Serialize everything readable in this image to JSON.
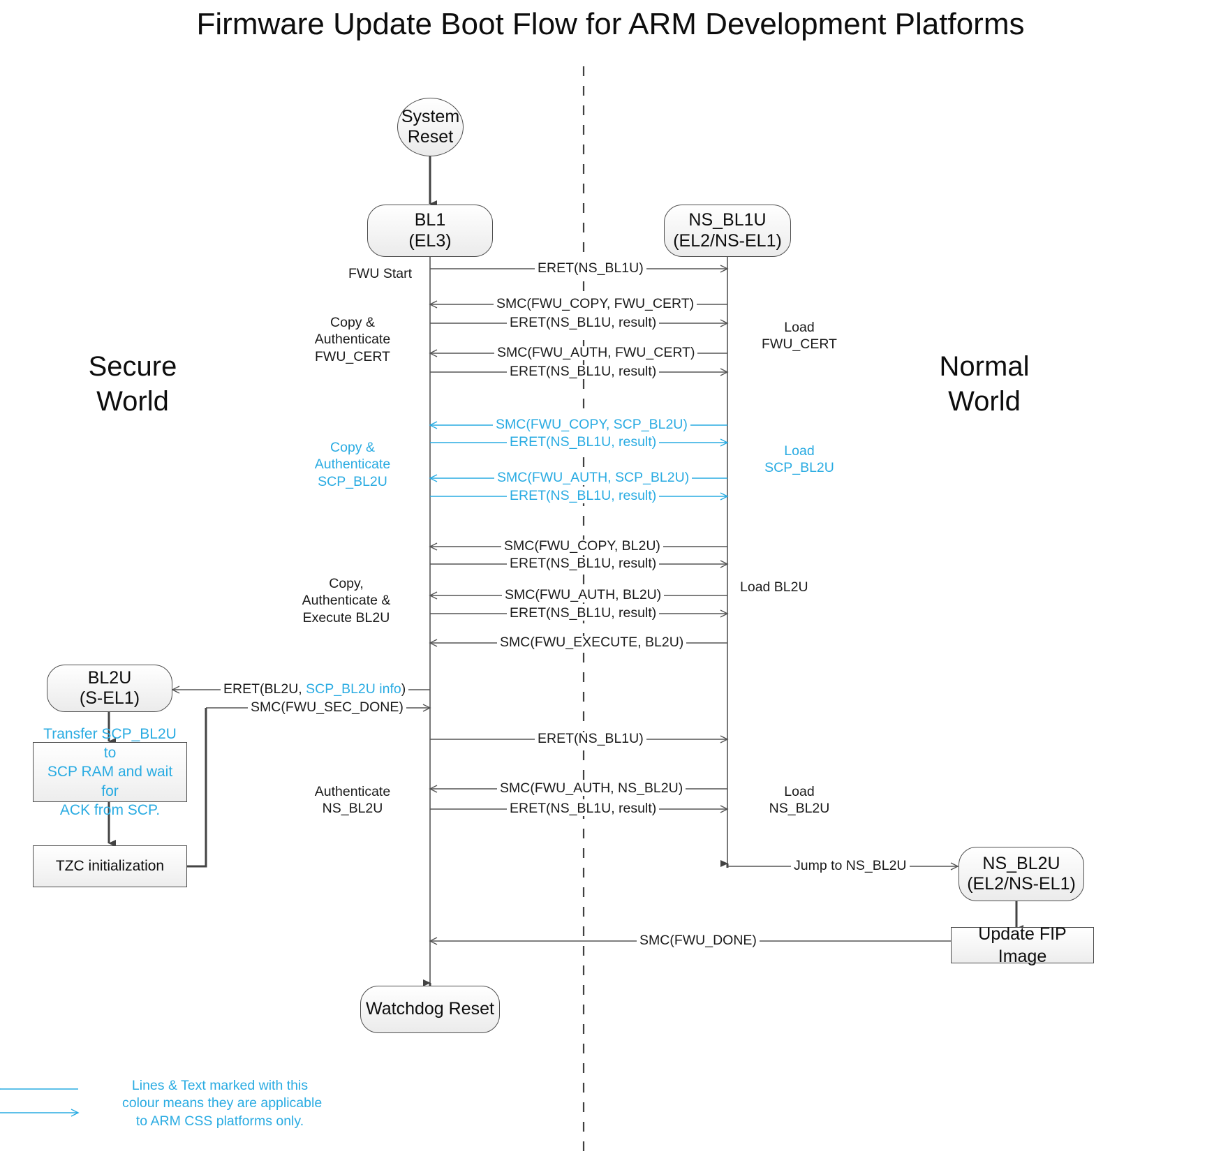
{
  "title": "Firmware Update Boot Flow for ARM Development Platforms",
  "colors": {
    "accent_cyan": "#29ABE2",
    "line_dark": "#404040",
    "text": "#0d0d0d",
    "node_fill": "#f2f2f2"
  },
  "worlds": {
    "left_line1": "Secure",
    "left_line2": "World",
    "right_line1": "Normal",
    "right_line2": "World"
  },
  "nodes": {
    "system_reset": {
      "line1": "System",
      "line2": "Reset"
    },
    "bl1": {
      "line1": "BL1",
      "line2": "(EL3)"
    },
    "ns_bl1u": {
      "line1": "NS_BL1U",
      "line2": "(EL2/NS-EL1)"
    },
    "bl2u": {
      "line1": "BL2U",
      "line2": "(S-EL1)"
    },
    "ns_bl2u": {
      "line1": "NS_BL2U",
      "line2": "(EL2/NS-EL1)"
    },
    "transfer_scp": {
      "line1": "Transfer SCP_BL2U to",
      "line2": "SCP RAM and wait for",
      "line3": "ACK from SCP."
    },
    "tzc_init": {
      "label": "TZC initialization"
    },
    "update_fip": {
      "label": "Update FIP Image"
    },
    "watchdog_reset": {
      "label": "Watchdog Reset"
    }
  },
  "messages": {
    "m01": "ERET(NS_BL1U)",
    "m02": "SMC(FWU_COPY, FWU_CERT)",
    "m03": "ERET(NS_BL1U, result)",
    "m04": "SMC(FWU_AUTH, FWU_CERT)",
    "m05": "ERET(NS_BL1U, result)",
    "m06": "SMC(FWU_COPY, SCP_BL2U)",
    "m07": "ERET(NS_BL1U, result)",
    "m08": "SMC(FWU_AUTH, SCP_BL2U)",
    "m09": "ERET(NS_BL1U, result)",
    "m10": "SMC(FWU_COPY, BL2U)",
    "m11": "ERET(NS_BL1U, result)",
    "m12": "SMC(FWU_AUTH, BL2U)",
    "m13": "ERET(NS_BL1U, result)",
    "m14": "SMC(FWU_EXECUTE, BL2U)",
    "m15_part1": "ERET(BL2U, ",
    "m15_part2": "SCP_BL2U info",
    "m15_part3": ")",
    "m16": "SMC(FWU_SEC_DONE)",
    "m17": "ERET(NS_BL1U)",
    "m18": "SMC(FWU_AUTH, NS_BL2U)",
    "m19": "ERET(NS_BL1U, result)",
    "m20": "Jump to NS_BL2U",
    "m21": "SMC(FWU_DONE)"
  },
  "annotations": {
    "fwu_start": "FWU Start",
    "copy_auth_cert_l1": "Copy &",
    "copy_auth_cert_l2": "Authenticate",
    "copy_auth_cert_l3": "FWU_CERT",
    "load_cert_l1": "Load",
    "load_cert_l2": "FWU_CERT",
    "copy_auth_scp_l1": "Copy &",
    "copy_auth_scp_l2": "Authenticate",
    "copy_auth_scp_l3": "SCP_BL2U",
    "load_scp_l1": "Load",
    "load_scp_l2": "SCP_BL2U",
    "copy_auth_exec_l1": "Copy,",
    "copy_auth_exec_l2": "Authenticate &",
    "copy_auth_exec_l3": "Execute BL2U",
    "load_bl2u": "Load BL2U",
    "auth_nsbl2u_l1": "Authenticate",
    "auth_nsbl2u_l2": "NS_BL2U",
    "load_nsbl2u_l1": "Load",
    "load_nsbl2u_l2": "NS_BL2U"
  },
  "legend": {
    "line1": "Lines & Text marked with this",
    "line2": "colour means they are applicable",
    "line3": "to ARM CSS platforms only."
  }
}
